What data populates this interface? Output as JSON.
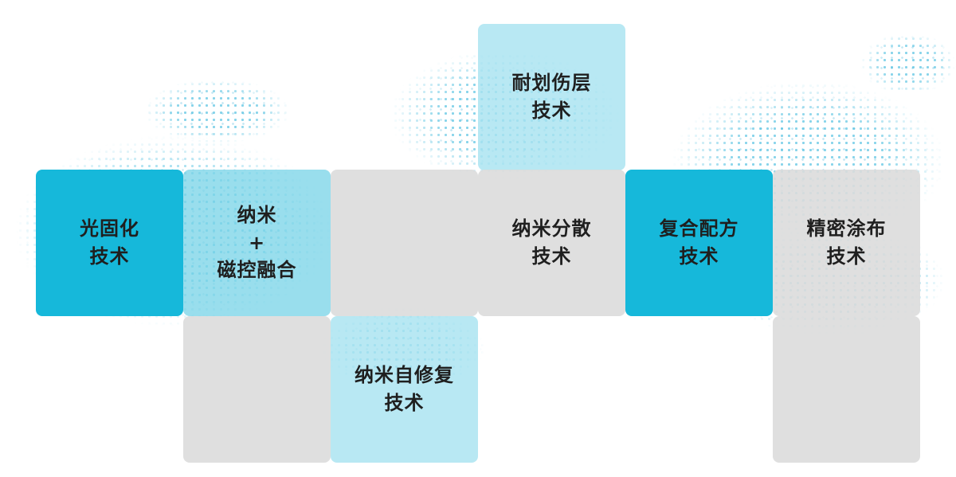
{
  "diagram": {
    "title": "core-technology-tiles",
    "tiles": [
      {
        "id": "scratch-resistant",
        "label": "耐划伤层\n技术",
        "style": "light"
      },
      {
        "id": "photo-curing",
        "label": "光固化\n技术",
        "style": "primary"
      },
      {
        "id": "nano-magnetron",
        "label": "纳米\n+\n磁控融合",
        "style": "medium"
      },
      {
        "id": "empty-middle",
        "label": "",
        "style": "gray"
      },
      {
        "id": "nano-dispersion",
        "label": "纳米分散\n技术",
        "style": "gray"
      },
      {
        "id": "composite-formula",
        "label": "复合配方\n技术",
        "style": "primary"
      },
      {
        "id": "precision-coating",
        "label": "精密涂布\n技术",
        "style": "gray"
      },
      {
        "id": "empty-bottom-left",
        "label": "",
        "style": "gray"
      },
      {
        "id": "nano-self-repair",
        "label": "纳米自修复\n技术",
        "style": "light"
      },
      {
        "id": "empty-bottom-right",
        "label": "",
        "style": "gray"
      }
    ]
  },
  "colors": {
    "primary_cyan": "#16b8da",
    "light_cyan": "#a8e3f0",
    "medium_cyan": "#7cd5e8",
    "tile_gray": "#dbdbdb",
    "dot_blue": "#24b0d8",
    "text": "#1f1f1f",
    "background": "#ffffff"
  }
}
